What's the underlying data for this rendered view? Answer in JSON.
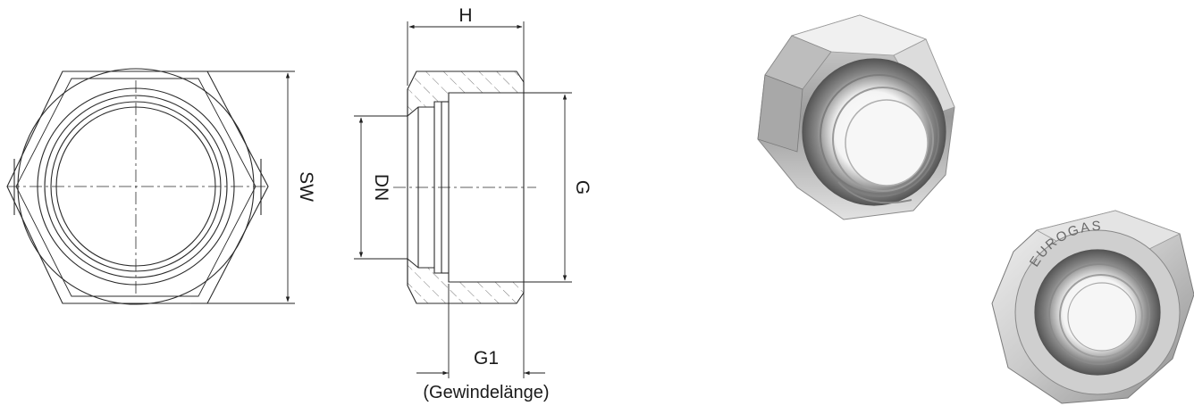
{
  "dimensions": {
    "height_label": "H",
    "wrench_size_label": "SW",
    "nominal_diameter_label": "DN",
    "thread_label": "G",
    "thread_length_label": "G1",
    "thread_length_caption": "(Gewindelänge)"
  },
  "photos": {
    "product_marking": "EUROGAS"
  },
  "colors": {
    "line": "#2b2b2b",
    "hatch": "#6a6a6a",
    "metal_light": "#e8e8e8",
    "metal_mid": "#b5b5b5",
    "metal_dark": "#6f6f6f"
  }
}
